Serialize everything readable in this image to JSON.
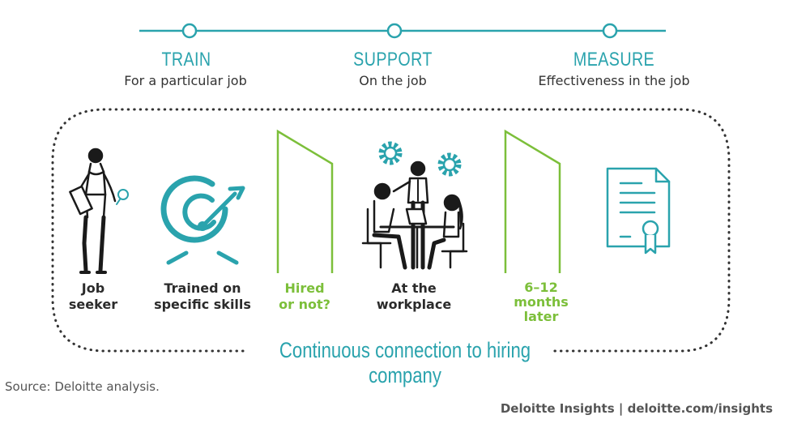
{
  "header": {
    "stages": [
      {
        "title": "TRAIN",
        "subtitle": "For a particular job"
      },
      {
        "title": "SUPPORT",
        "subtitle": "On the job"
      },
      {
        "title": "MEASURE",
        "subtitle": "Effectiveness in the job"
      }
    ]
  },
  "steps": {
    "job_seeker": "Job\nseeker",
    "trained": "Trained on\nspecific skills",
    "hired": "Hired\nor not?",
    "workplace": "At the\nworkplace",
    "later": "6–12\nmonths\nlater"
  },
  "caption": "Continuous connection to hiring company",
  "footer": {
    "source": "Source: Deloitte analysis.",
    "credit": "Deloitte Insights | deloitte.com/insights"
  },
  "colors": {
    "teal": "#2aa3ad",
    "green": "#7cbf3a",
    "dark": "#1a1a1a"
  },
  "icons": [
    "job-seeker-figure-icon",
    "target-arrow-icon",
    "gear-icon",
    "team-meeting-icon",
    "certificate-icon"
  ]
}
